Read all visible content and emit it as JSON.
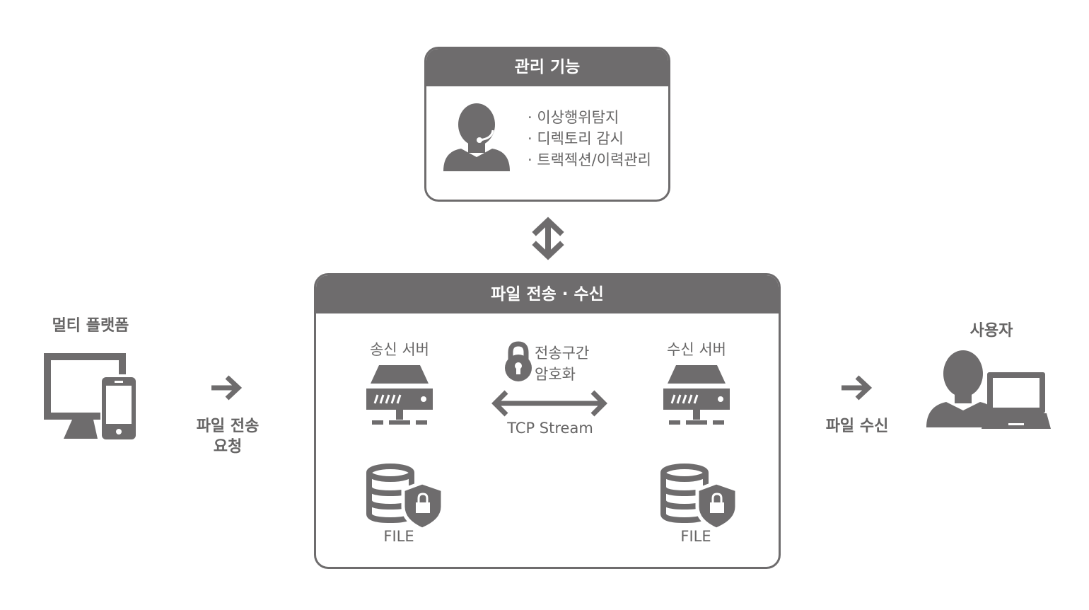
{
  "colors": {
    "primary": "#6e6c6d",
    "text": "#666565",
    "background": "#ffffff"
  },
  "management": {
    "title": "관리 기능",
    "items": [
      "이상행위탐지",
      "디렉토리 감시",
      "트랙젝션/이력관리"
    ],
    "icon": "admin-headset-icon"
  },
  "left": {
    "platform_label": "멀티 플랫폼",
    "platform_icon": "monitor-phone-icon",
    "arrow_label_line1": "파일 전송",
    "arrow_label_line2": "요청"
  },
  "center": {
    "title": "파일 전송 · 수신",
    "send_server": "송신 서버",
    "recv_server": "수신 서버",
    "encryption_line1": "전송구간",
    "encryption_line2": "암호화",
    "stream": "TCP Stream",
    "file_left": "FILE",
    "file_right": "FILE",
    "server_icon": "server-icon",
    "db_icon": "database-shield-icon",
    "lock_icon": "padlock-icon"
  },
  "right": {
    "user_label": "사용자",
    "arrow_label": "파일 수신",
    "user_icon": "user-laptop-icon"
  }
}
